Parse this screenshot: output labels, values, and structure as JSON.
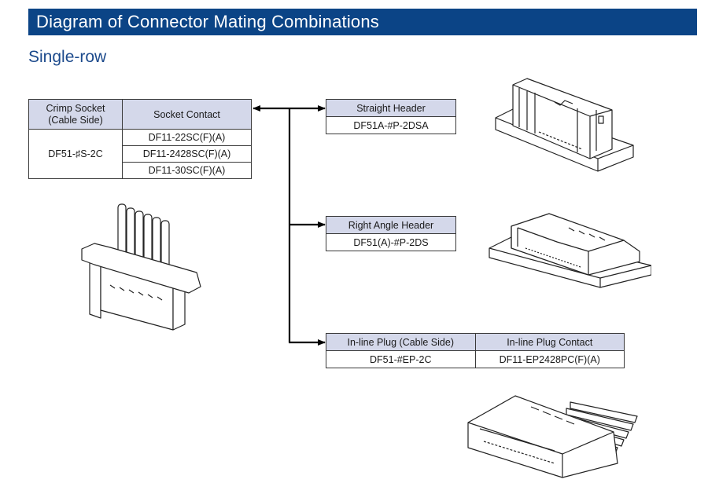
{
  "header": {
    "title": "Diagram of Connector Mating Combinations",
    "section": "Single-row"
  },
  "colors": {
    "title_bar": "#0b4486",
    "section_title": "#1c4a8c",
    "table_header_bg": "#d4d8ea"
  },
  "crimp_socket_table": {
    "headers": [
      "Crimp Socket (Cable Side)",
      "Socket Contact"
    ],
    "header_line1": "Crimp Socket",
    "header_line2": "(Cable Side)",
    "part_number": "DF51-♯S-2C",
    "contacts": [
      "DF11-22SC(F)(A)",
      "DF11-2428SC(F)(A)",
      "DF11-30SC(F)(A)"
    ]
  },
  "mating_parts": [
    {
      "type": "Straight Header",
      "part_number": "DF51A-#P-2DSA"
    },
    {
      "type": "Right Angle Header",
      "part_number": "DF51(A)-#P-2DS"
    },
    {
      "type": "In-line Plug (Cable Side)",
      "part_number": "DF51-#EP-2C",
      "contact_header": "In-line Plug Contact",
      "contact_part_number": "DF11-EP2428PC(F)(A)"
    }
  ],
  "illustrations": [
    {
      "icon": "crimp-socket-illustration"
    },
    {
      "icon": "straight-header-illustration"
    },
    {
      "icon": "right-angle-header-illustration"
    },
    {
      "icon": "inline-plug-illustration"
    }
  ]
}
